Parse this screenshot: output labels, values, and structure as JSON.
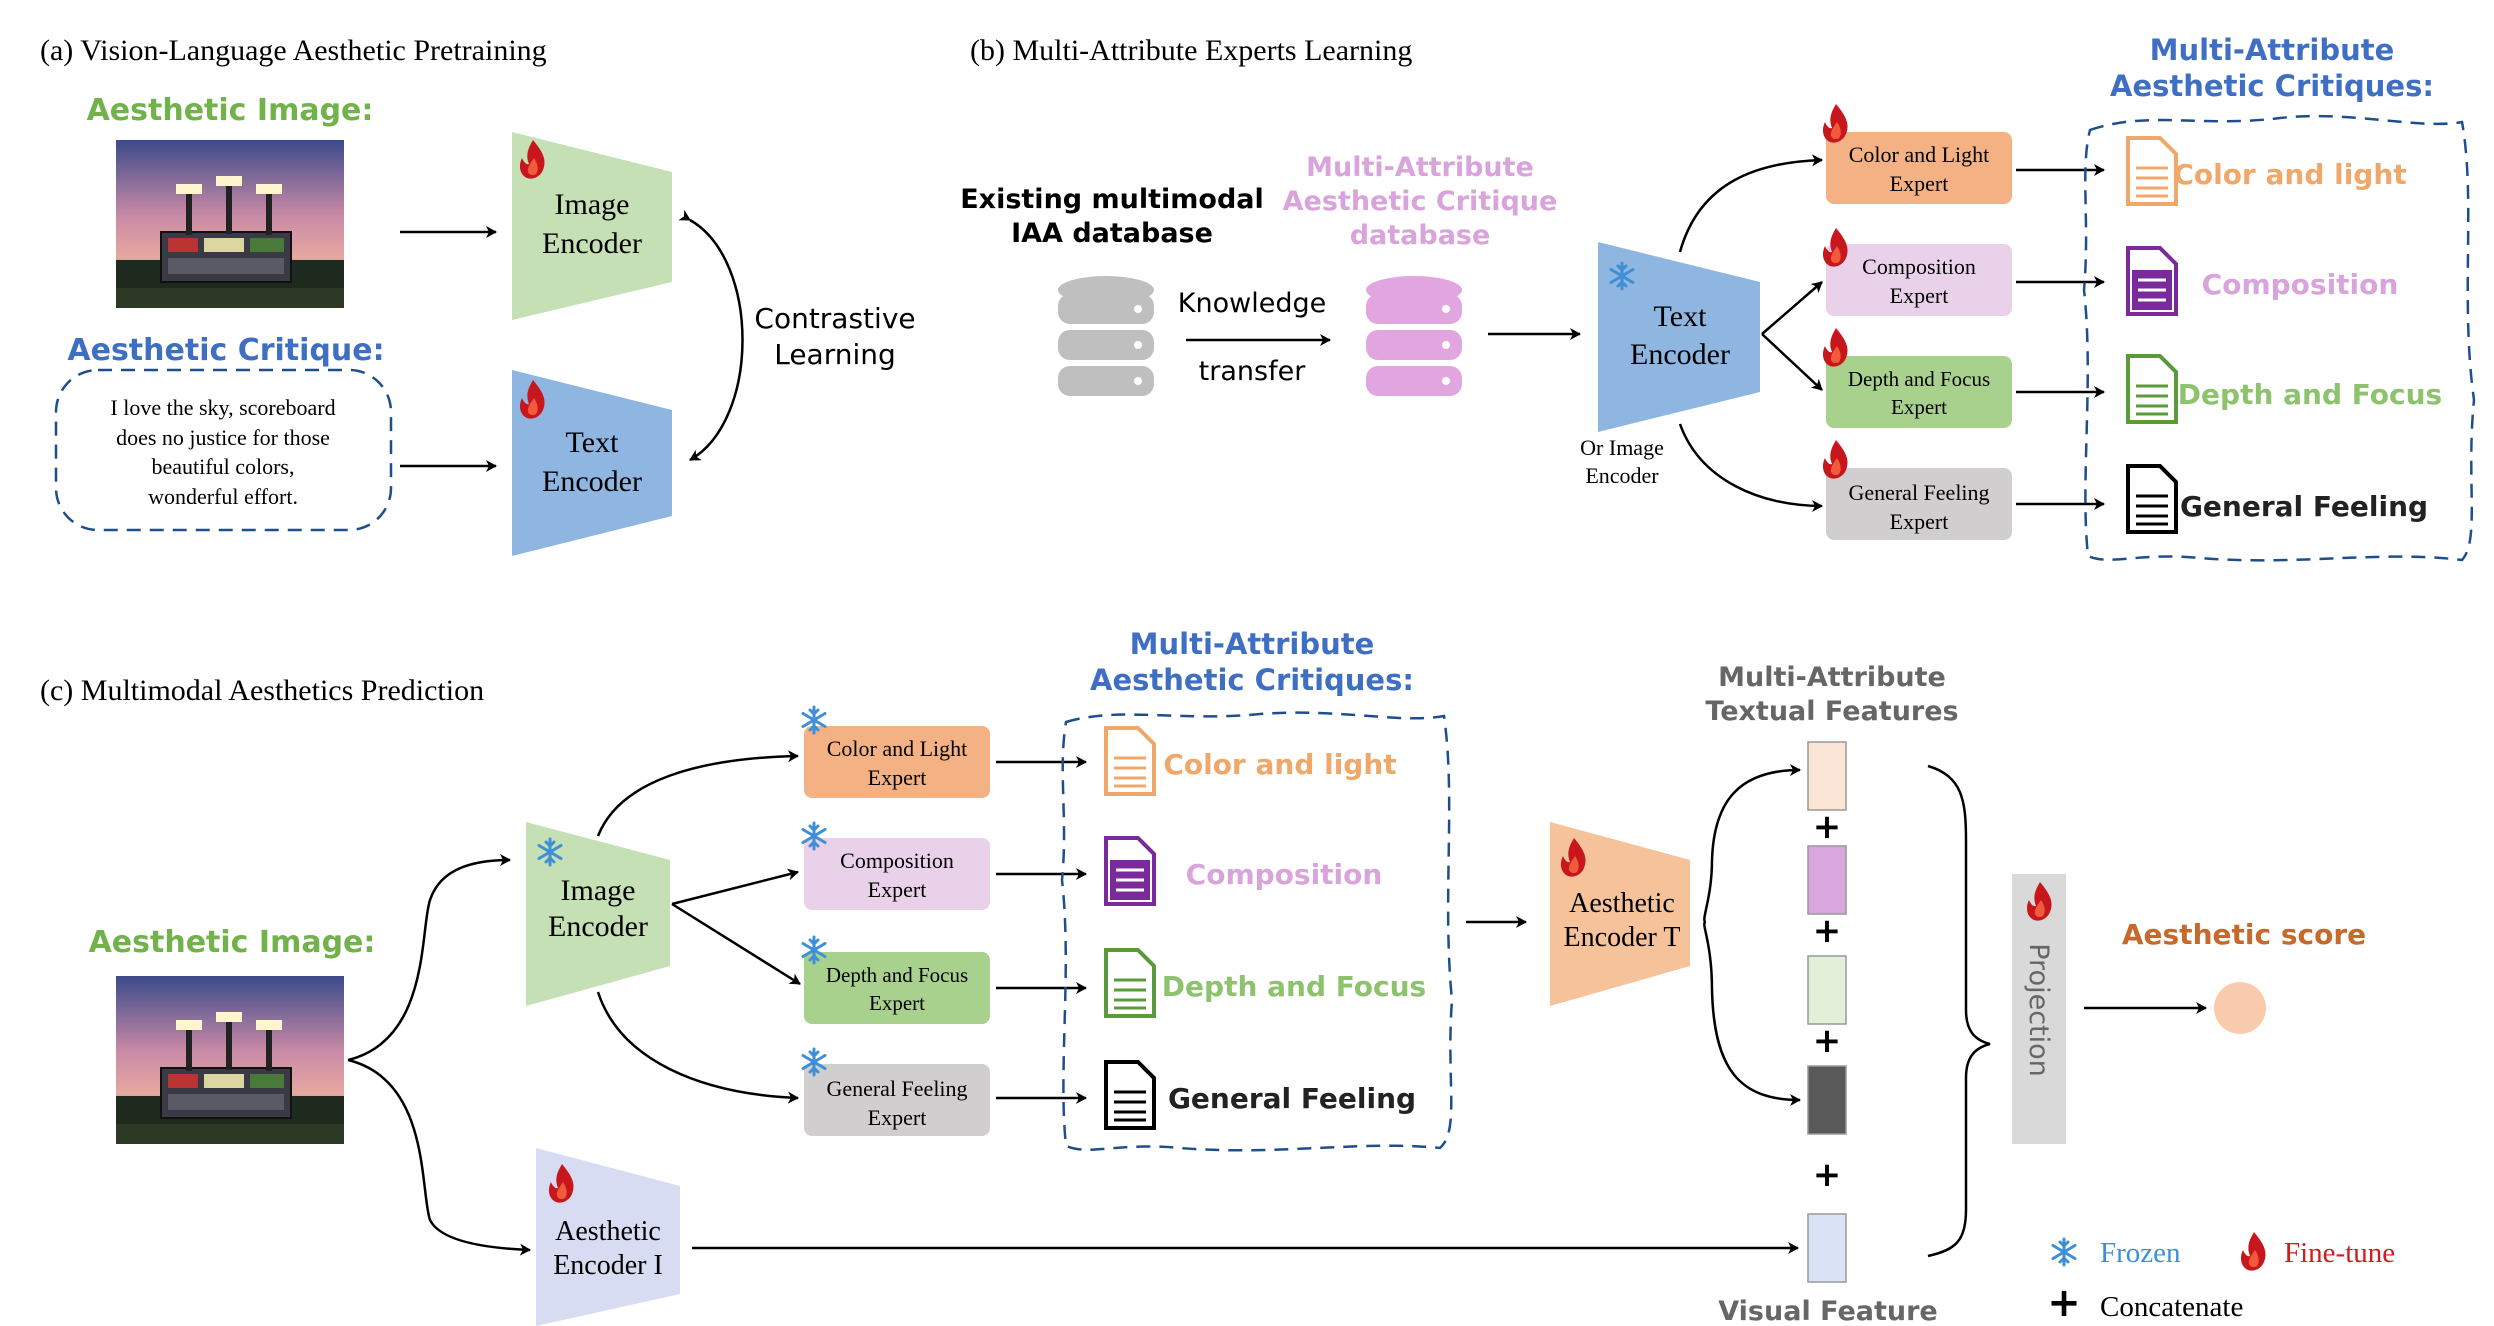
{
  "colors": {
    "green_title": "#71b24a",
    "blue_title": "#3f6fc2",
    "pink_title": "#d9a3dc",
    "orange_text": "#f0a86a",
    "green_text": "#8cc36c",
    "frozen_blue": "#3f8fd6",
    "finetune_red": "#d01c1c",
    "score_orange": "#c6692a",
    "image_encoder": "#c5e0b4",
    "text_encoder": "#8fb6e0",
    "aesthetic_encoder_t": "#f5c29a",
    "aesthetic_encoder_i": "#d7dcf2",
    "projection": "#d9d9d9",
    "expert_color": "#f4b183",
    "expert_composition": "#ead1ea",
    "expert_depth": "#a9d18e",
    "expert_general": "#d0cece",
    "db_gray": "#bfbfbf",
    "db_pink": "#e1a6df"
  },
  "sectionA": {
    "title": "(a) Vision-Language Aesthetic Pretraining",
    "image_label": "Aesthetic Image:",
    "critique_label": "Aesthetic Critique:",
    "critique_lines": [
      "I love the sky,  scoreboard",
      "does no justice for those",
      "beautiful colors,",
      "wonderful effort."
    ],
    "image_encoder": [
      "Image",
      "Encoder"
    ],
    "text_encoder": [
      "Text",
      "Encoder"
    ],
    "contrastive": [
      "Contrastive",
      "Learning"
    ]
  },
  "sectionB": {
    "title": "(b) Multi-Attribute Experts Learning",
    "existing_db": [
      "Existing multimodal",
      "IAA database"
    ],
    "knowledge": "Knowledge",
    "transfer": "transfer",
    "critique_db": [
      "Multi-Attribute",
      "Aesthetic Critique",
      "database"
    ],
    "text_encoder": [
      "Text",
      "Encoder"
    ],
    "or_image": [
      "Or Image",
      "Encoder"
    ],
    "critiques_title": [
      "Multi-Attribute",
      "Aesthetic Critiques:"
    ],
    "experts": [
      [
        "Color and Light",
        "Expert"
      ],
      [
        "Composition",
        "Expert"
      ],
      [
        "Depth and Focus",
        "Expert"
      ],
      [
        "General Feeling",
        "Expert"
      ]
    ],
    "critiques": [
      "Color and light",
      "Composition",
      "Depth and Focus",
      "General Feeling"
    ]
  },
  "sectionC": {
    "title": "(c) Multimodal Aesthetics Prediction",
    "image_label": "Aesthetic Image:",
    "image_encoder": [
      "Image",
      "Encoder"
    ],
    "aesthetic_encoder_i": [
      "Aesthetic",
      "Encoder I"
    ],
    "critiques_title": [
      "Multi-Attribute",
      "Aesthetic Critiques:"
    ],
    "experts": [
      [
        "Color and Light",
        "Expert"
      ],
      [
        "Composition",
        "Expert"
      ],
      [
        "Depth and Focus",
        "Expert"
      ],
      [
        "General Feeling",
        "Expert"
      ]
    ],
    "critiques": [
      "Color and light",
      "Composition",
      "Depth and Focus",
      "General Feeling"
    ],
    "aesthetic_encoder_t": [
      "Aesthetic",
      "Encoder T"
    ],
    "textual_features": [
      "Multi-Attribute",
      "Textual Features"
    ],
    "plus": "+",
    "visual_feature": "Visual Feature",
    "projection": "Projection",
    "score": "Aesthetic score"
  },
  "legend": {
    "frozen": "Frozen",
    "finetune": "Fine-tune",
    "concatenate": "Concatenate",
    "plus": "+"
  }
}
